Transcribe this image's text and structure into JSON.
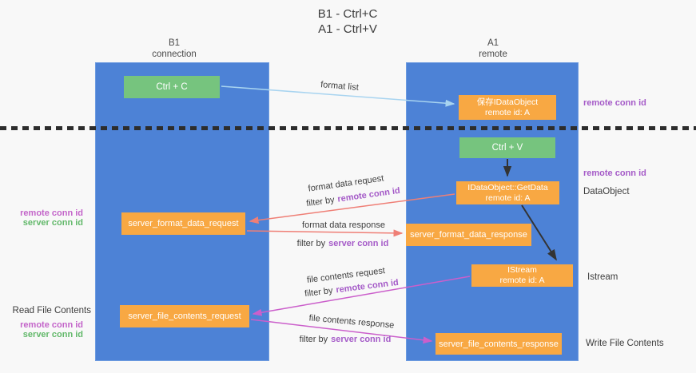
{
  "title": {
    "line1": "B1 - Ctrl+C",
    "line2": "A1 - Ctrl+V"
  },
  "columns": {
    "b1": {
      "label": "B1",
      "sublabel": "connection"
    },
    "a1": {
      "label": "A1",
      "sublabel": "remote"
    }
  },
  "nodes": {
    "ctrl_c": "Ctrl + C",
    "ctrl_v": "Ctrl + V",
    "save_idataobject": {
      "line1": "保存IDataObject",
      "line2": "remote id: A"
    },
    "getdata": {
      "line1": "IDataObject::GetData",
      "line2": "remote id: A"
    },
    "istream": {
      "line1": "IStream",
      "line2": "remote id: A"
    },
    "server_format_data_request": "server_format_data_request",
    "server_format_data_response": "server_format_data_response",
    "server_file_contents_request": "server_file_contents_request",
    "server_file_contents_response": "server_file_contents_response"
  },
  "arrow_labels": {
    "format_list": "format list",
    "format_data_request": "format data request",
    "format_data_response": "format data response",
    "file_contents_request": "file contents request",
    "file_contents_response": "file contents response",
    "filter_by": "filter by",
    "remote_conn_id": "remote conn id",
    "server_conn_id": "server conn id"
  },
  "side_labels": {
    "remote_conn_id": "remote conn id",
    "server_conn_id": "server conn id",
    "dataobject": "DataObject",
    "istream": "Istream",
    "read_file_contents": "Read File Contents",
    "write_file_contents": "Write File Contents"
  },
  "colors": {
    "column_blue": "#4d82d6",
    "box_green": "#76c47e",
    "box_orange": "#f8a843",
    "arrow_light_blue": "#a8d4f0",
    "arrow_red": "#ef7f76",
    "arrow_magenta": "#cb5fcb",
    "arrow_black": "#333333",
    "label_purple": "#a55bc8",
    "label_magenta": "#c364c9",
    "label_green": "#63b96b",
    "text_dark": "#3d3d3d"
  }
}
